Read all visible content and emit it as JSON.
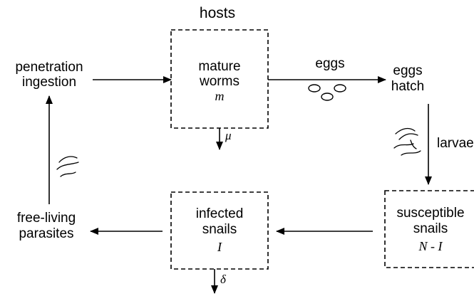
{
  "labels": {
    "hosts": "hosts",
    "penetration": "penetration",
    "ingestion": "ingestion",
    "mature": "mature",
    "worms": "worms",
    "m_symbol": "m",
    "eggs_arrow": "eggs",
    "eggs": "eggs",
    "hatch": "hatch",
    "mu": "μ",
    "larvae": "larvae",
    "free_living": "free-living",
    "parasites": "parasites",
    "infected": "infected",
    "snails_infected": "snails",
    "I_symbol": "I",
    "susceptible": "susceptible",
    "snails_susceptible": "snails",
    "NI_symbol": "N - I",
    "delta": "δ"
  }
}
